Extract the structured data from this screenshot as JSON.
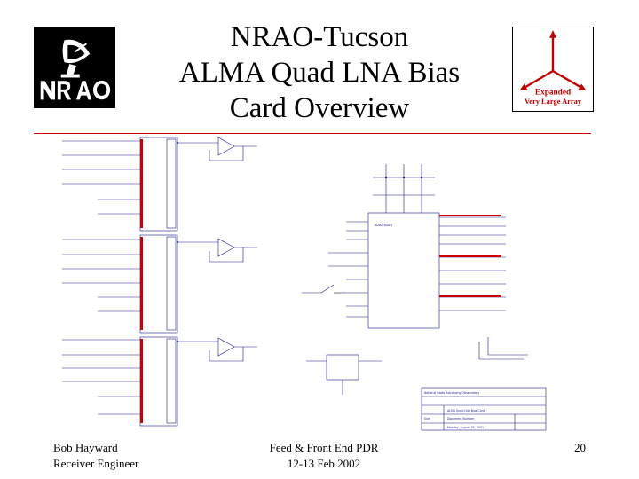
{
  "title": {
    "line1": "NRAO-Tucson",
    "line2": "ALMA Quad LNA Bias",
    "line3": "Card Overview"
  },
  "logos": {
    "nrao": {
      "text": "NRAO",
      "icon": "radio-telescope-icon"
    },
    "evla": {
      "line1": "Expanded",
      "line2": "Very Large Array",
      "icon": "y-array-icon",
      "accent": "#c00000"
    }
  },
  "footer": {
    "author_name": "Bob Hayward",
    "author_role": "Receiver Engineer",
    "event": "Feed & Front End PDR",
    "dates": "12-13 Feb 2002",
    "page_number": "20"
  },
  "schematic": {
    "ic_label": "AD8028/AD1",
    "title_block": {
      "org": "National Radio Astronomy Observatory",
      "doc_title": "ALMA Quad LNA Bias Card",
      "size_label": "Size",
      "number_label": "Document Number",
      "date": "Monday, August 05, 2001"
    }
  },
  "colors": {
    "background": "#ffffff",
    "rule": "#cc0000",
    "schematic_line": "#1a1a8c",
    "schematic_pin": "#cc0000"
  }
}
